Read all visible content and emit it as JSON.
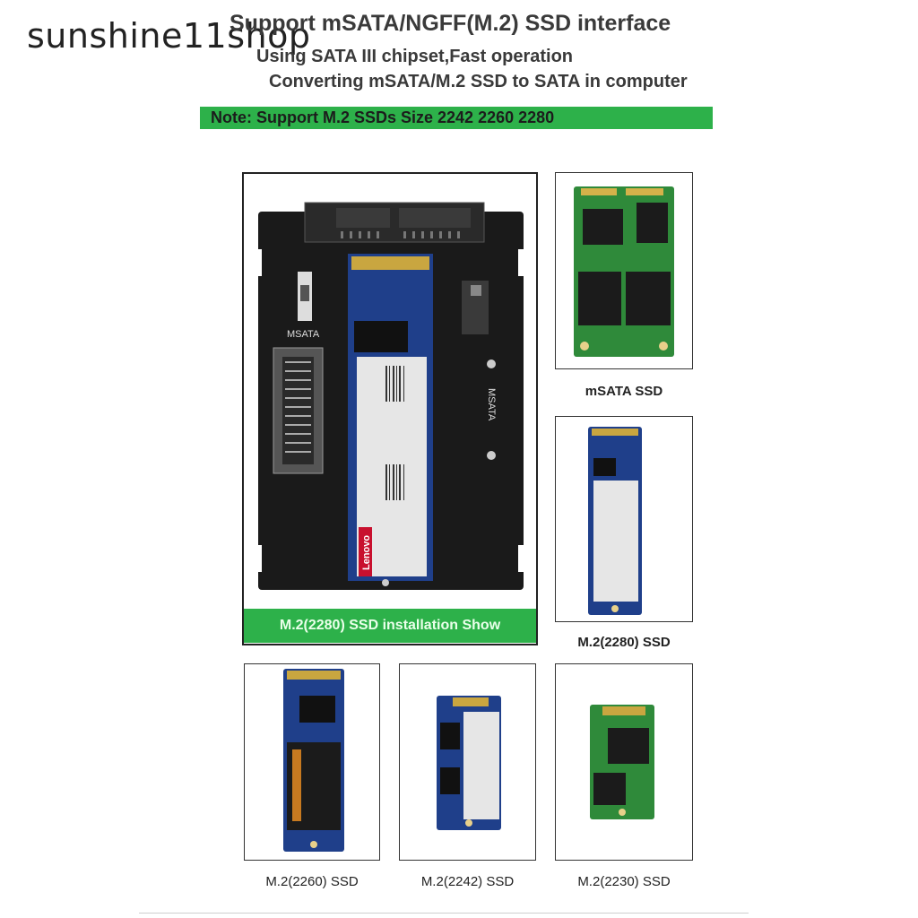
{
  "watermark": "sunshine11shop",
  "header": {
    "title": "Support mSATA/NGFF(M.2)  SSD interface",
    "line2": "Using SATA III chipset,Fast operation",
    "line3": "Converting mSATA/M.2 SSD to SATA in computer"
  },
  "note": "Note: Support M.2 SSDs Size 2242  2260  2280",
  "main_image": {
    "caption": "M.2(2280) SSD installation Show",
    "board_labels": {
      "msata_left": "MSATA",
      "msata_right": "MSATA",
      "brand": "Lenovo"
    }
  },
  "products": {
    "msata": "mSATA SSD",
    "m2_2280": "M.2(2280) SSD",
    "m2_2260": "M.2(2260) SSD",
    "m2_2242": "M.2(2242) SSD",
    "m2_2230": "M.2(2230) SSD"
  },
  "colors": {
    "accent_green": "#2db14a",
    "board_black": "#1a1a1a",
    "pcb_blue": "#1f3f8a",
    "pcb_green": "#2f8a3a"
  }
}
